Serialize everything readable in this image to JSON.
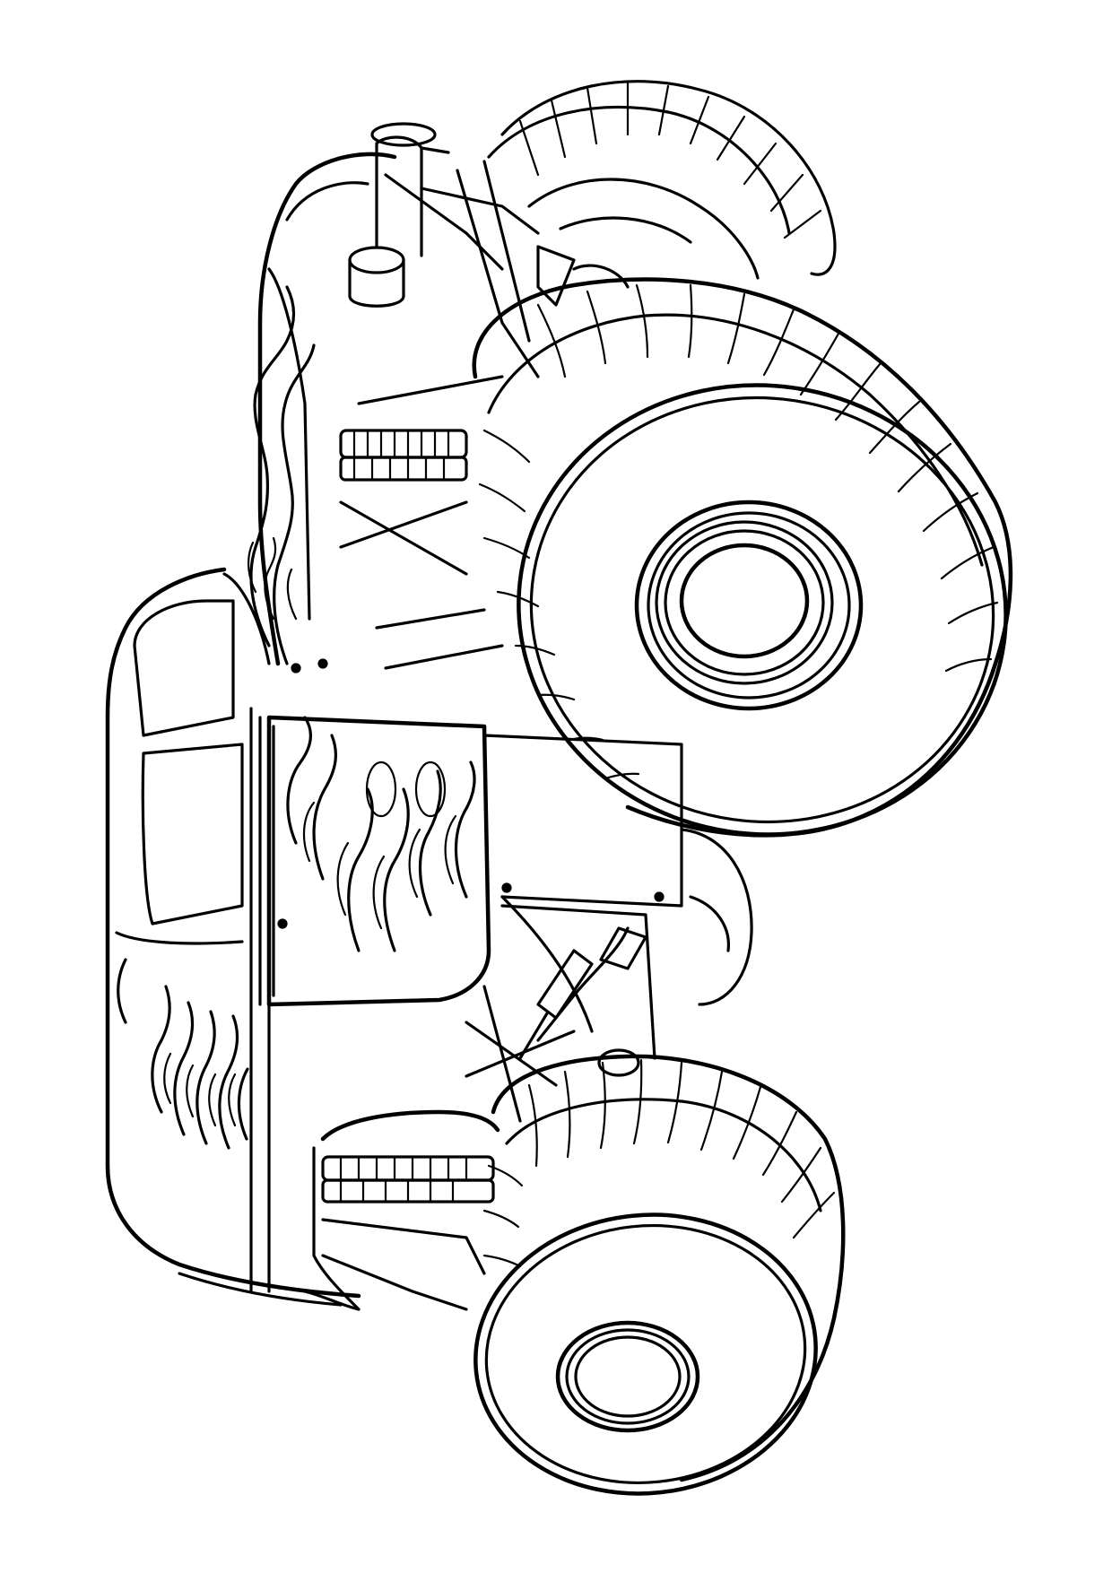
{
  "drawing": {
    "subject": "monster-truck",
    "style": "black-line-art",
    "orientation": "rotated-90",
    "decoration": "flames",
    "colors": {
      "ink": "#000000",
      "paper": "#ffffff"
    }
  }
}
